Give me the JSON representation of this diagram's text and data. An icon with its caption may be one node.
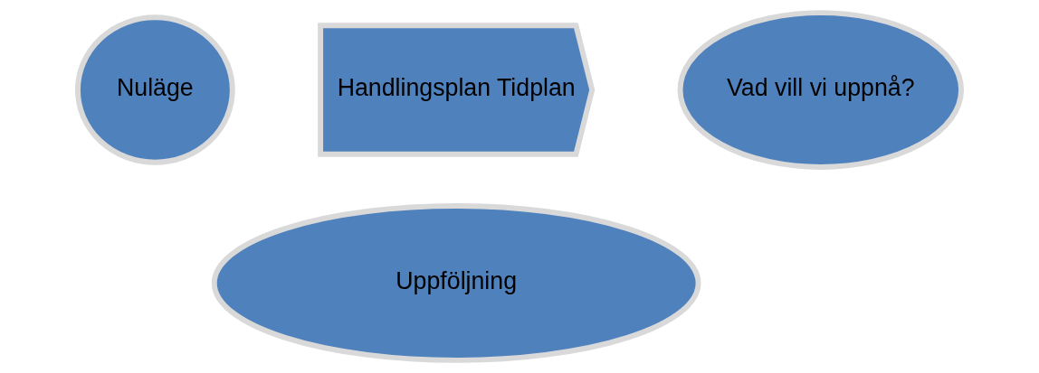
{
  "diagram": {
    "nodes": [
      {
        "text": [
          "Nuläge"
        ]
      },
      {
        "text": [
          "Handlingsplan Tidplan"
        ]
      },
      {
        "text": [
          "Vad vill vi uppnå?"
        ]
      },
      {
        "text": [
          "Uppföljning"
        ]
      }
    ]
  }
}
